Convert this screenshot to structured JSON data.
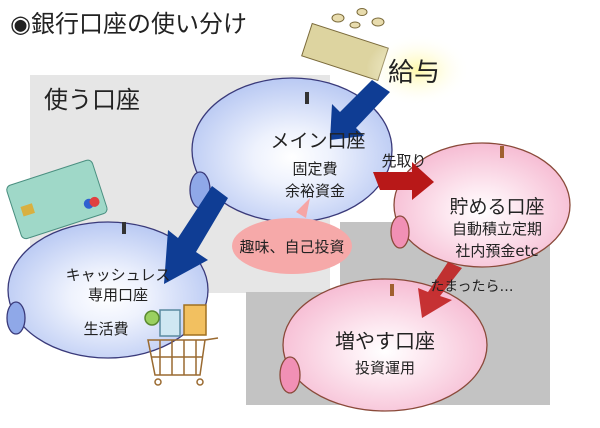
{
  "title": "◉銀行口座の使い分け",
  "use_area_label": "使う口座",
  "salary_label": "給与",
  "main_account": {
    "name": "メイン口座",
    "lines": [
      "固定費",
      "余裕資金"
    ]
  },
  "hobby_bubble": "趣味、自己投資",
  "cashless_account": {
    "name_lines": [
      "キャッシュレス",
      "専用口座"
    ],
    "purpose": "生活費"
  },
  "save_account": {
    "name": "貯める口座",
    "lines": [
      "自動積立定期",
      "社内預金etc"
    ]
  },
  "grow_account": {
    "name": "増やす口座",
    "purpose": "投資運用"
  },
  "arrow_labels": {
    "prepay": "先取り",
    "when_saved": "たまったら…"
  },
  "colors": {
    "blue_pig": "#c4d2f6",
    "pink_pig": "#f9c8dc",
    "arrow_blue": "#0f3d94",
    "arrow_red": "#b81818",
    "light_gray": "#e6e6e6",
    "dark_gray": "#c3c3c3"
  }
}
